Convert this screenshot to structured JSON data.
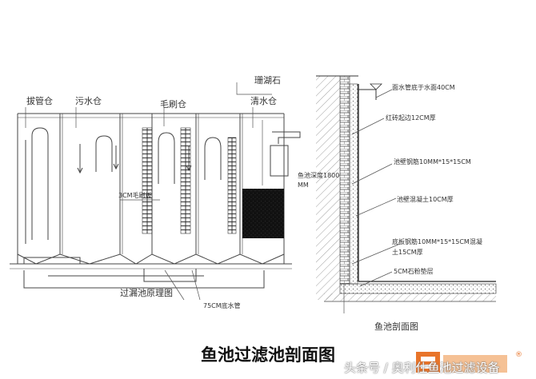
{
  "filter": {
    "compartments": [
      "拔管仓",
      "污水仓",
      "毛刷仓",
      "清水仓"
    ],
    "coral_stone": "珊湖石",
    "brush_board": "3CM毛刷板",
    "drain_pipe": "75CM底水管",
    "caption": "过漏池原理图"
  },
  "section": {
    "labels": [
      "面水管底于水面40CM",
      "红砖起边12CM厚",
      "池壁钢筋10MM*15*15CM",
      "池壁混凝土10CM厚",
      "底板钢筋10MM*15*15CM混凝",
      "土15CM厚",
      "5CM石粉垫层"
    ],
    "depth_line1": "鱼池深度1800",
    "depth_line2": "MM",
    "caption": "鱼池剖面图"
  },
  "title": "鱼池过滤池剖面图",
  "watermark": "头条号 / 奥利仕鱼池过滤设备",
  "logo_symbol": "®"
}
